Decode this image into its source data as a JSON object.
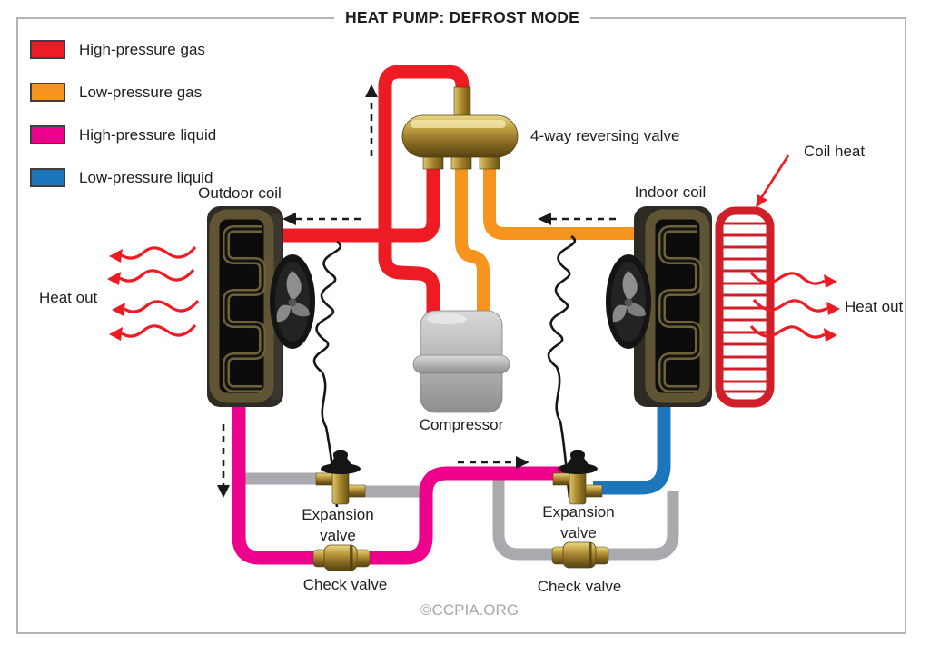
{
  "title": "HEAT PUMP: DEFROST MODE",
  "legend": {
    "items": [
      {
        "label": "High-pressure gas",
        "color": "#ed1c24"
      },
      {
        "label": "Low-pressure gas",
        "color": "#f7941d"
      },
      {
        "label": "High-pressure liquid",
        "color": "#ec008c"
      },
      {
        "label": "Low-pressure liquid",
        "color": "#1b76bc"
      }
    ]
  },
  "labels": {
    "outdoor_coil": "Outdoor coil",
    "indoor_coil": "Indoor coil",
    "four_way_valve": "4-way reversing valve",
    "coil_heat": "Coil heat",
    "heat_out": "Heat out",
    "compressor": "Compressor",
    "expansion_line1": "Expansion",
    "expansion_line2": "valve",
    "check_valve": "Check valve",
    "credit": "©CCPIA.ORG"
  },
  "colors": {
    "red": "#ed1c24",
    "orange": "#f7941d",
    "magenta": "#ec008c",
    "blue": "#1b76bc",
    "gray_pipe": "#a8aaad",
    "heater_red": "#cf1f28",
    "frame_border": "#b3b3b3",
    "credit_gray": "#a8a8a8"
  }
}
